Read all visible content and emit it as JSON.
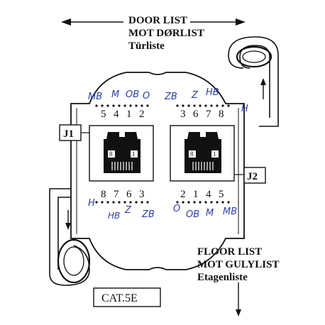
{
  "top_heading": {
    "line1": "DOOR  LIST",
    "line2": "MOT DØRLIST",
    "line3": "Türliste"
  },
  "bottom_heading": {
    "line1": "FLOOR LIST",
    "line2": "MOT GULYLIST",
    "line3": "Etagenliste"
  },
  "jack_labels": {
    "j1": "J1",
    "j2": "J2"
  },
  "category_label": "CAT.5E",
  "jack_pin_marks": {
    "left_mark": "8",
    "right_mark": "1"
  },
  "top_left_group": {
    "pins": [
      "5",
      "4",
      "1",
      "2"
    ],
    "handwritten": [
      "MB",
      "M",
      "OB",
      "O"
    ]
  },
  "top_right_group": {
    "pins": [
      "3",
      "6",
      "7",
      "8"
    ],
    "handwritten": [
      "ZB",
      "Z",
      "HB",
      "H"
    ]
  },
  "bottom_left_group": {
    "pins": [
      "8",
      "7",
      "6",
      "3"
    ],
    "handwritten": [
      "H",
      "HB",
      "Z",
      "ZB"
    ]
  },
  "bottom_right_group": {
    "pins": [
      "2",
      "1",
      "4",
      "5"
    ],
    "handwritten": [
      "O",
      "OB",
      "M",
      "MB"
    ]
  },
  "colors": {
    "ink": "#111111",
    "handwriting": "#2b3fb0",
    "paper": "#ffffff"
  },
  "icons": [
    "arrow-left-icon",
    "arrow-right-icon",
    "arrow-up-icon",
    "arrow-down-icon",
    "rj45-port-icon",
    "cable-loop-icon"
  ]
}
